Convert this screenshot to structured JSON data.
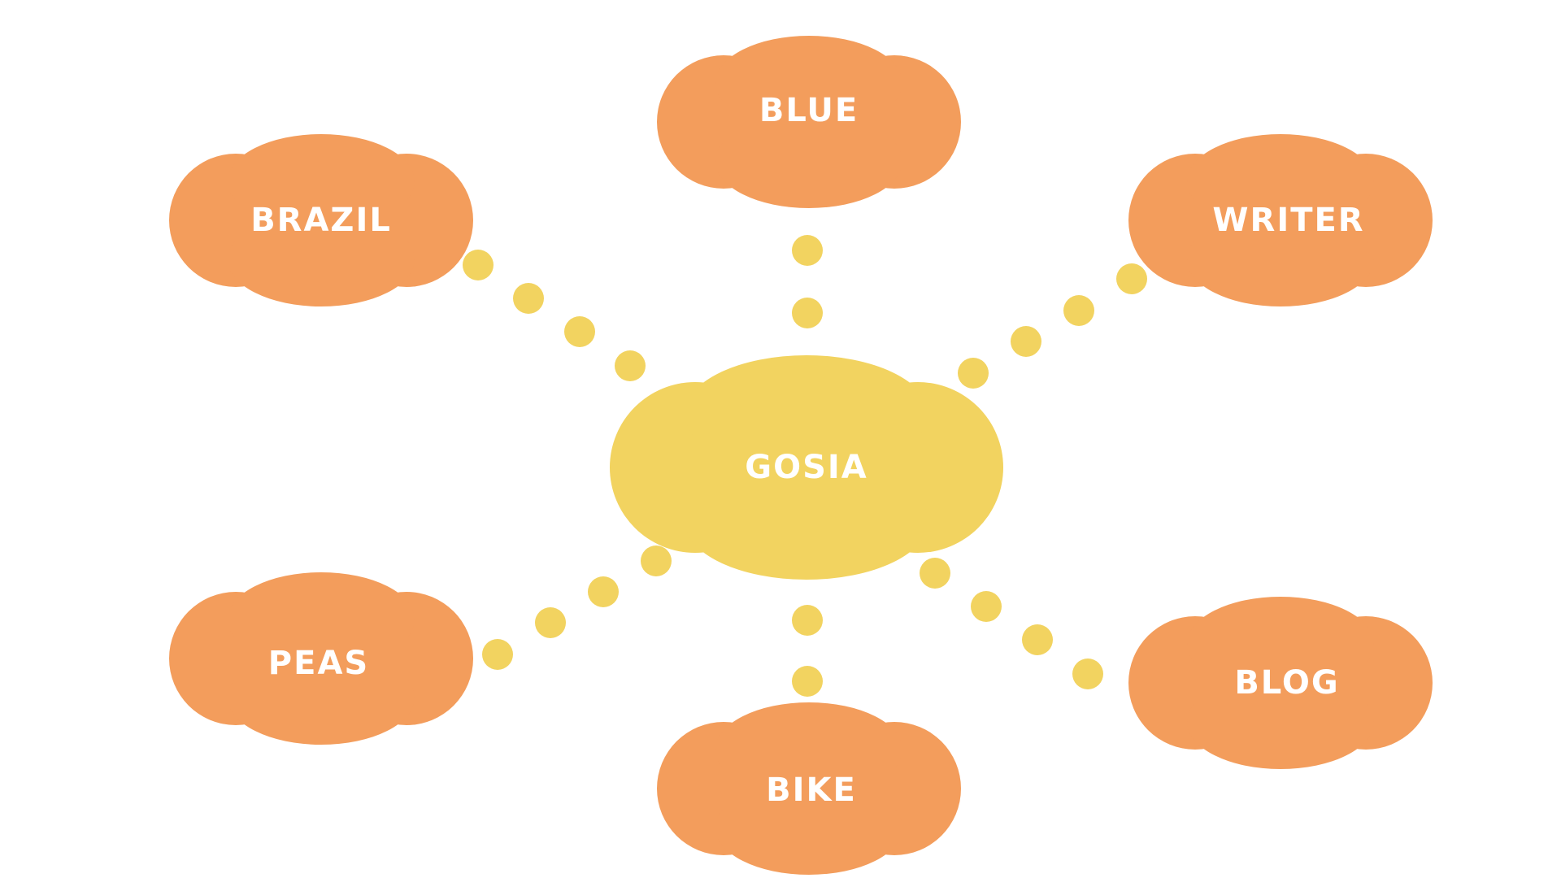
{
  "colors": {
    "background": "#ffffff",
    "center_cloud": "#f2d360",
    "outer_cloud": "#f39d5c",
    "dots": "#f2d360",
    "label_text": "#ffffff"
  },
  "center": {
    "label": "GOSIA",
    "icon": "cloud-shape"
  },
  "topics": [
    {
      "id": "brazil",
      "label": "BRAZIL",
      "icon": "cloud-shape"
    },
    {
      "id": "blue",
      "label": "BLUE",
      "icon": "cloud-shape"
    },
    {
      "id": "writer",
      "label": "WRITER",
      "icon": "cloud-shape"
    },
    {
      "id": "peas",
      "label": "PEAS",
      "icon": "cloud-shape"
    },
    {
      "id": "bike",
      "label": "BIKE",
      "icon": "cloud-shape"
    },
    {
      "id": "blog",
      "label": "BLOG",
      "icon": "cloud-shape"
    }
  ],
  "connectors": {
    "style": "dotted",
    "links": [
      {
        "from": "center",
        "to": "brazil",
        "dot_count": 4
      },
      {
        "from": "center",
        "to": "blue",
        "dot_count": 2
      },
      {
        "from": "center",
        "to": "writer",
        "dot_count": 4
      },
      {
        "from": "center",
        "to": "peas",
        "dot_count": 4
      },
      {
        "from": "center",
        "to": "bike",
        "dot_count": 2
      },
      {
        "from": "center",
        "to": "blog",
        "dot_count": 4
      }
    ]
  }
}
